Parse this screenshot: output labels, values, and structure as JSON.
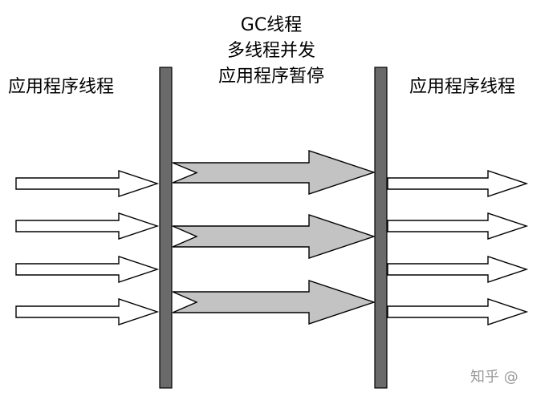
{
  "labels": {
    "left_title": "应用程序线程",
    "center_title_line1": "GC线程",
    "center_title_line2": "多线程并发",
    "center_title_line3": "应用程序暂停",
    "right_title": "应用程序线程"
  },
  "watermark": "知乎 @",
  "colors": {
    "safepoint_bar": "#6a6a6a",
    "gc_arrow_fill": "#c3c3c3",
    "thread_arrow_fill": "#ffffff",
    "stroke": "#000000"
  },
  "diagram": {
    "application_threads_before": 4,
    "gc_threads": 3,
    "application_threads_after": 4
  }
}
